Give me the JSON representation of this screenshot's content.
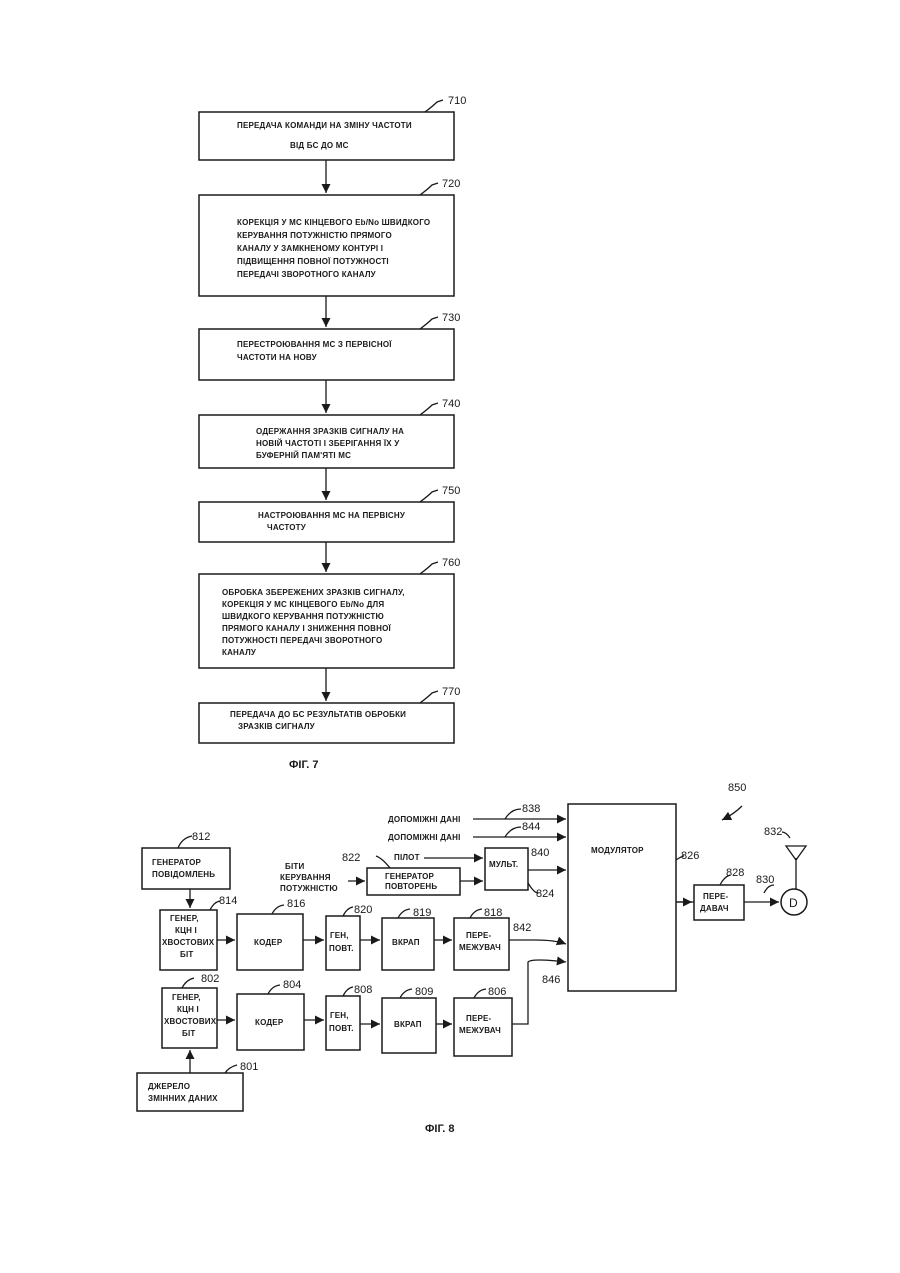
{
  "fig7": {
    "caption": "ФІГ. 7",
    "steps": [
      {
        "ref": "710",
        "lines": [
          "ПЕРЕДАЧА КОМАНДИ НА ЗМІНУ ЧАСТОТИ",
          "ВІД БС ДО МС"
        ]
      },
      {
        "ref": "720",
        "lines": [
          "КОРЕКЦІЯ У МС КІНЦЕВОГО  Eb/No ШВИДКОГО",
          "КЕРУВАННЯ ПОТУЖНІСТЮ ПРЯМОГО",
          "КАНАЛУ У ЗАМКНЕНОМУ КОНТУРІ І",
          "ПІДВИЩЕННЯ ПОВНОЇ ПОТУЖНОСТІ",
          "ПЕРЕДАЧІ ЗВОРОТНОГО КАНАЛУ"
        ]
      },
      {
        "ref": "730",
        "lines": [
          "ПЕРЕСТРОЮВАННЯ МС З ПЕРВІСНОЇ",
          "ЧАСТОТИ НА НОВУ"
        ]
      },
      {
        "ref": "740",
        "lines": [
          "ОДЕРЖАННЯ ЗРАЗКІВ СИГНАЛУ НА",
          "НОВІЙ ЧАСТОТІ І ЗБЕРІГАННЯ ЇХ У",
          "БУФЕРНІЙ ПАМ'ЯТІ МС"
        ]
      },
      {
        "ref": "750",
        "lines": [
          "НАСТРОЮВАННЯ МС НА ПЕРВІСНУ",
          "ЧАСТОТУ"
        ]
      },
      {
        "ref": "760",
        "lines": [
          "ОБРОБКА ЗБЕРЕЖЕНИХ ЗРАЗКІВ СИГНАЛУ,",
          "КОРЕКЦІЯ У МС КІНЦЕВОГО  Eb/No ДЛЯ",
          "ШВИДКОГО КЕРУВАННЯ ПОТУЖНІСТЮ",
          "ПРЯМОГО КАНАЛУ І ЗНИЖЕННЯ ПОВНОЇ",
          "ПОТУЖНОСТІ ПЕРЕДАЧІ ЗВОРОТНОГО",
          "КАНАЛУ"
        ]
      },
      {
        "ref": "770",
        "lines": [
          "ПЕРЕДАЧА ДО БС РЕЗУЛЬТАТІВ ОБРОБКИ",
          "ЗРАЗКІВ СИГНАЛУ"
        ]
      }
    ]
  },
  "fig8": {
    "caption": "ФІГ. 8",
    "system_ref": "850",
    "blocks": {
      "msg_gen": {
        "ref": "812",
        "lines": [
          "ГЕНЕРАТОР",
          "ПОВІДОМЛЕНЬ"
        ]
      },
      "crc_top": {
        "ref": "814",
        "lines": [
          "ГЕНЕР,",
          "КЦН І",
          "ХВОСТОВИХ",
          "БІТ"
        ]
      },
      "enc_top": {
        "ref": "816",
        "lines": [
          "КОДЕР"
        ]
      },
      "rep_top": {
        "ref": "820",
        "lines": [
          "ГЕН,",
          "ПОВТ."
        ]
      },
      "punct_top": {
        "ref": "819",
        "lines": [
          "ВКРАП"
        ]
      },
      "intl_top": {
        "ref": "818",
        "lines": [
          "ПЕРЕ-",
          "МЕЖУВАЧ"
        ]
      },
      "crc_bot": {
        "ref": "802",
        "lines": [
          "ГЕНЕР,",
          "КЦН І",
          "ХВОСТОВИХ",
          "БІТ"
        ]
      },
      "enc_bot": {
        "ref": "804",
        "lines": [
          "КОДЕР"
        ]
      },
      "rep_bot": {
        "ref": "808",
        "lines": [
          "ГЕН,",
          "ПОВТ."
        ]
      },
      "punct_bot": {
        "ref": "809",
        "lines": [
          "ВКРАП"
        ]
      },
      "intl_bot": {
        "ref": "806",
        "lines": [
          "ПЕРЕ-",
          "МЕЖУВАЧ"
        ]
      },
      "source": {
        "ref": "801",
        "lines": [
          "ДЖЕРЕЛО",
          "ЗМІННИХ ДАНИХ"
        ]
      },
      "rep_gen": {
        "ref": "822",
        "lines": [
          "ГЕНЕРАТОР",
          "ПОВТОРЕНЬ"
        ]
      },
      "mux": {
        "ref": "840",
        "lines": [
          "МУЛЬТ."
        ]
      },
      "modulator": {
        "ref": "826",
        "lines": [
          "МОДУЛЯТОР"
        ]
      },
      "transmitter": {
        "ref": "828",
        "lines": [
          "ПЕРЕ-",
          "ДАВАЧ"
        ]
      }
    },
    "inputs": {
      "aux1": {
        "ref": "838",
        "label": "ДОПОМІЖНІ ДАНІ"
      },
      "aux2": {
        "ref": "844",
        "label": "ДОПОМІЖНІ ДАНІ"
      },
      "pilot": {
        "label": "ПІЛОТ"
      },
      "pc_bits": {
        "lines": [
          "БІТИ",
          "КЕРУВАННЯ",
          "ПОТУЖНІСТЮ"
        ]
      }
    },
    "signal_refs": {
      "mux_out": "824",
      "top_chain": "842",
      "bot_chain": "846",
      "antenna": "832",
      "d_node": "830"
    },
    "d_label": "D"
  }
}
